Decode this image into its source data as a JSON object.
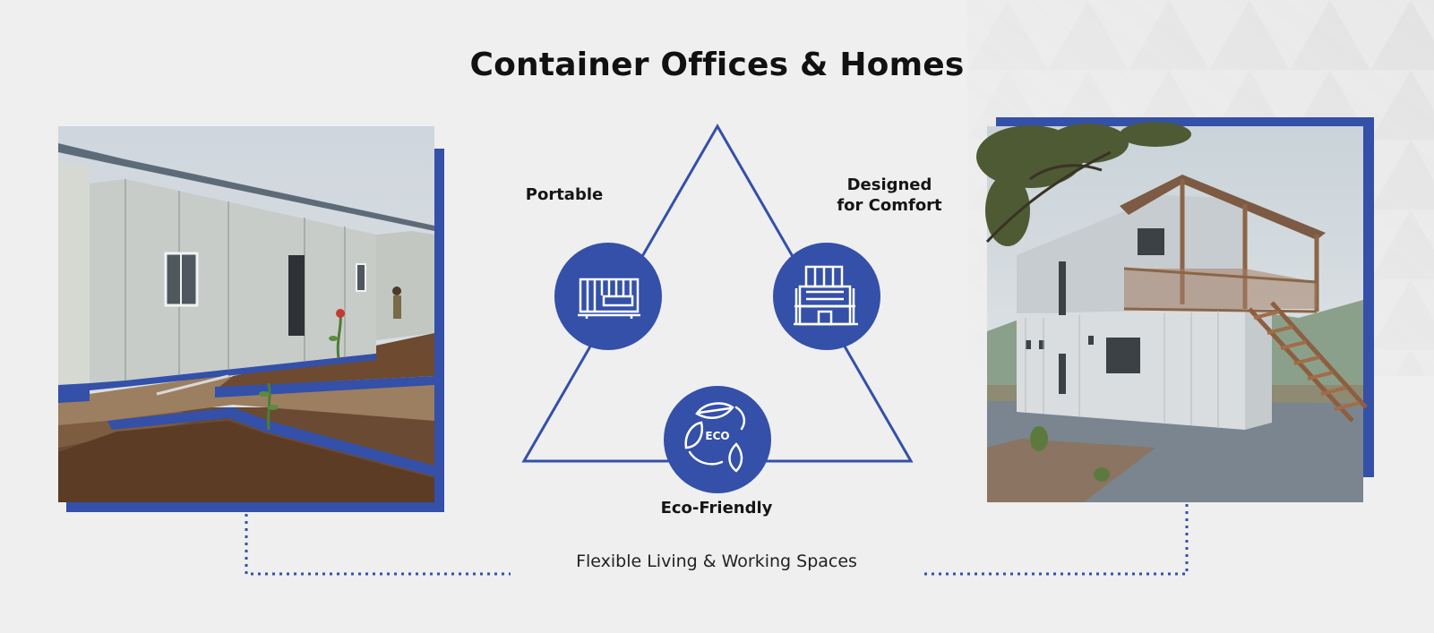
{
  "title": "Container Offices & Homes",
  "features": {
    "portable": {
      "label": "Portable",
      "icon": "container-icon"
    },
    "comfort": {
      "label_line1": "Designed",
      "label_line2": "for Comfort",
      "icon": "building-icon"
    },
    "eco": {
      "label": "Eco-Friendly",
      "badge_text": "ECO",
      "icon": "eco-recycle-leaf-icon"
    }
  },
  "caption": "Flexible Living & Working Spaces",
  "colors": {
    "accent": "#3450a8",
    "background": "#efefef",
    "text": "#111111"
  }
}
